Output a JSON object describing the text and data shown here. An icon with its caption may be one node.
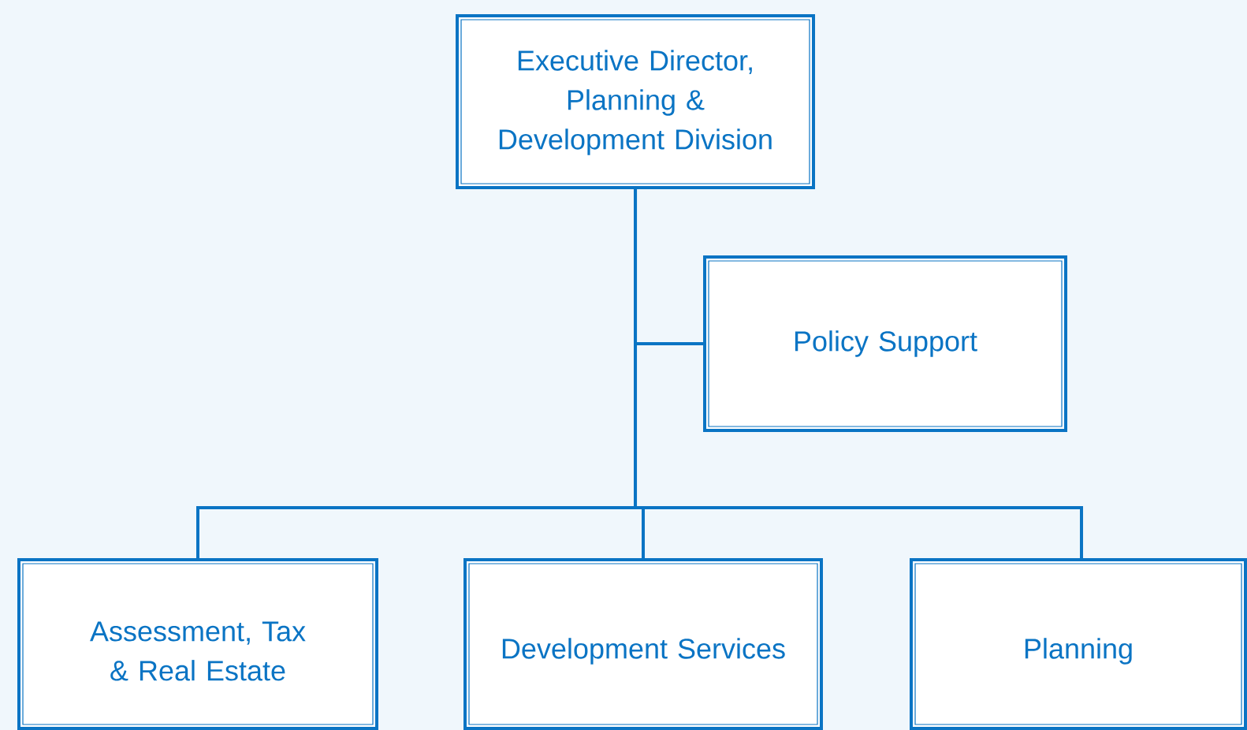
{
  "diagram": {
    "nodes": [
      {
        "text": [
          "Executive Director, Planning & Development Division"
        ]
      },
      {
        "text": [
          "Policy Support"
        ]
      },
      {
        "text": [
          "Assessment, Tax & Real Estate"
        ]
      },
      {
        "text": [
          "Development Services"
        ]
      },
      {
        "text": [
          "Planning"
        ]
      }
    ],
    "edges": [
      {
        "from": 0,
        "to": 1,
        "arrow": "none"
      },
      {
        "from": 0,
        "to": 2,
        "arrow": "none"
      },
      {
        "from": 0,
        "to": 3,
        "arrow": "none"
      },
      {
        "from": 0,
        "to": 4,
        "arrow": "none"
      }
    ]
  }
}
